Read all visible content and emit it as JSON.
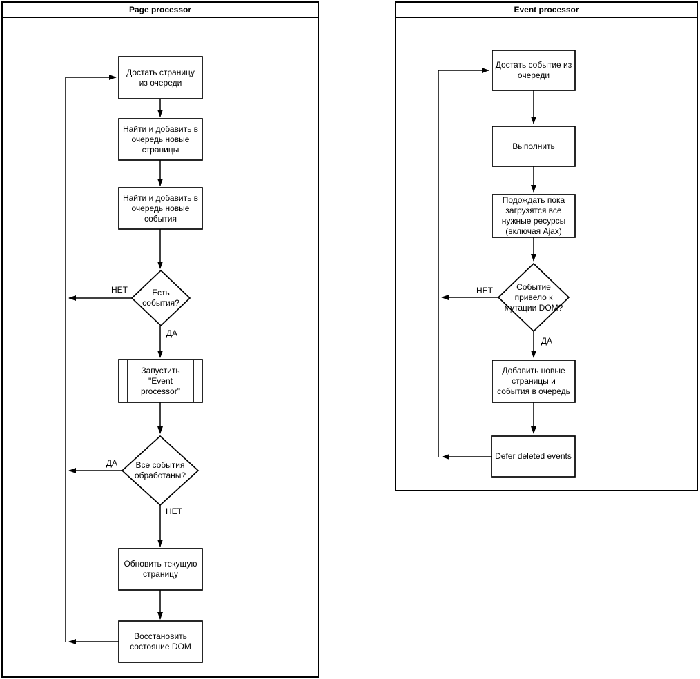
{
  "colors": {
    "stroke": "#000000",
    "background": "#ffffff"
  },
  "page_processor": {
    "title": "Page processor",
    "nodes": {
      "pop_page": "Достать страницу\nиз очереди",
      "queue_pages": "Найти и добавить в\nочередь новые\nстраницы",
      "queue_events": "Найти и добавить в\nочередь новые\nсобытия",
      "has_events": "Есть\nсобытия?",
      "run_event_processor": "Запустить\n\"Event\nprocessor\"",
      "all_processed": "Все события\nобработаны?",
      "update_page": "Обновить текущую\nстраницу",
      "restore_dom": "Восстановить\nсостояние DOM"
    },
    "edge_labels": {
      "has_events_no": "НЕТ",
      "has_events_yes": "ДА",
      "all_processed_yes": "ДА",
      "all_processed_no": "НЕТ"
    }
  },
  "event_processor": {
    "title": "Event processor",
    "nodes": {
      "pop_event": "Достать событие из\nочереди",
      "execute": "Выполнить",
      "wait_resources": "Подождать пока\nзагрузятся все\nнужные ресурсы\n(включая Ajax)",
      "dom_mutated": "Событие\nпривело к\nмутации DOM?",
      "queue_new": "Добавить новые\nстраницы и\nсобытия в очередь",
      "defer_deleted": "Defer deleted events"
    },
    "edge_labels": {
      "dom_mutated_no": "НЕТ",
      "dom_mutated_yes": "ДА"
    }
  }
}
